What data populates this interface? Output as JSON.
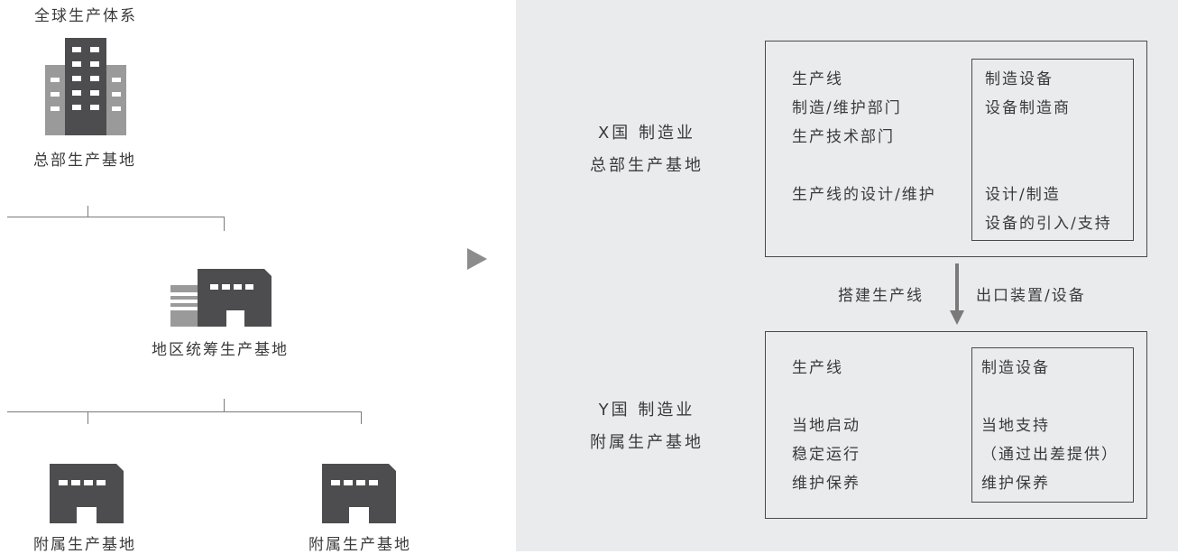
{
  "left": {
    "title": "全球生产体系",
    "hq_label": "总部生产基地",
    "regional_label": "地区统筹生产基地",
    "affiliate_left_label": "附属生产基地",
    "affiliate_right_label": "附属生产基地"
  },
  "arrow_icon": "play-triangle-icon",
  "colors": {
    "panel_bg": "#e9ebed",
    "building_dark": "#4d4d4f",
    "building_light": "#9a9a9a",
    "line": "#7a7a7a"
  },
  "x_country": {
    "line1": "X国  制造业",
    "line2": "总部生产基地",
    "left_items": [
      "生产线",
      "制造/维护部门",
      "生产技术部门",
      "",
      "生产线的设计/维护"
    ],
    "right_items": [
      "制造设备",
      "设备制造商",
      "",
      "",
      "设计/制造",
      "设备的引入/支持"
    ]
  },
  "transfer": {
    "left_label": "搭建生产线",
    "right_label": "出口装置/设备"
  },
  "y_country": {
    "line1": "Y国  制造业",
    "line2": "附属生产基地",
    "left_items": [
      "生产线",
      "",
      "当地启动",
      "稳定运行",
      "维护保养"
    ],
    "right_items": [
      "制造设备",
      "",
      "当地支持",
      "（通过出差提供）",
      "维护保养"
    ]
  }
}
